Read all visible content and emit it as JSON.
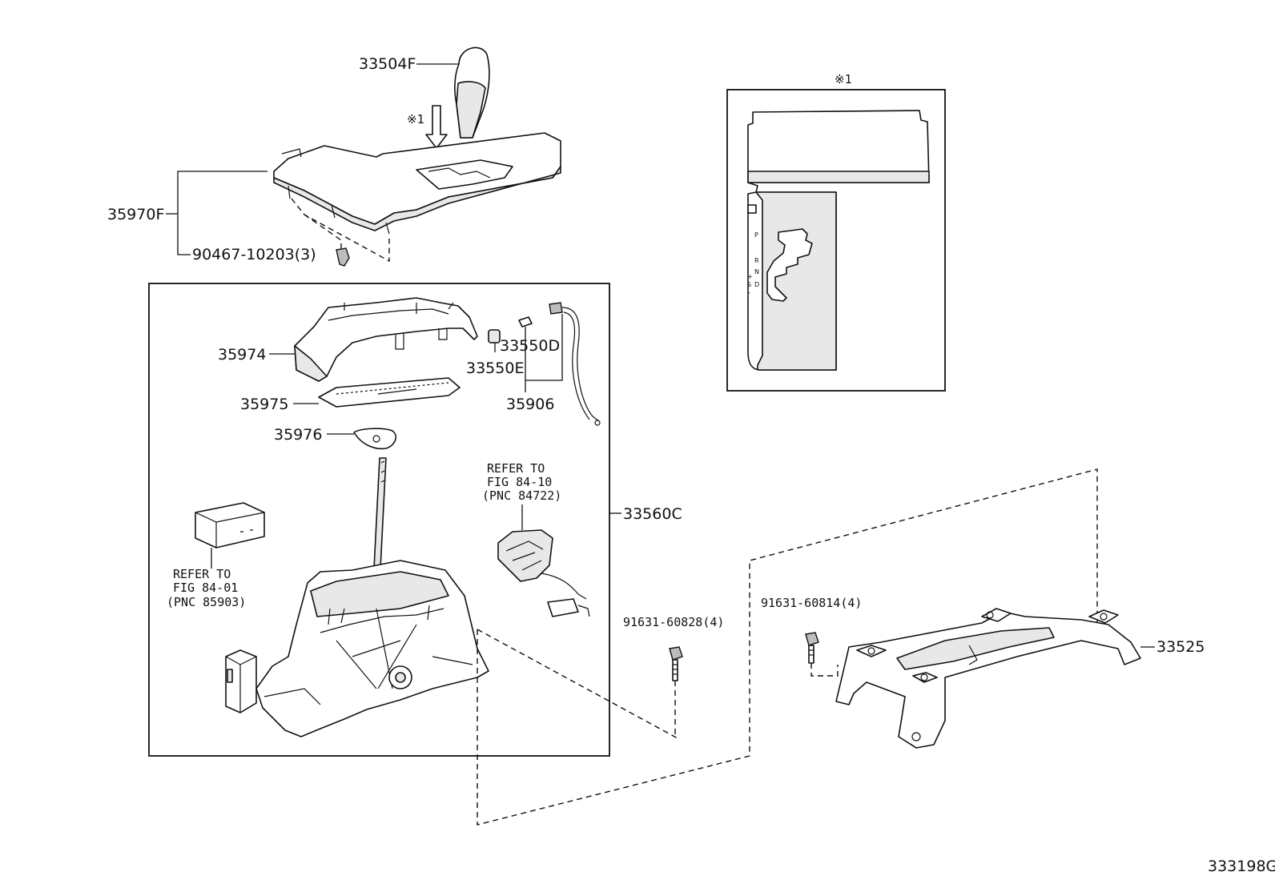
{
  "labels": {
    "knob": "33504F",
    "ref_mark": "※1",
    "bezel": "35970F",
    "clip": "90467-10203(3)",
    "indicator_housing": "35974",
    "indicator_plate": "35975",
    "indicator_slider": "35976",
    "bulb_d": "33550D",
    "bulb_e": "33550E",
    "bulb_assy": "35906",
    "shift_lever_assy": "33560C",
    "bolt_a": "91631-60828(4)",
    "bolt_b": "91631-60814(4)",
    "bracket": "33525",
    "figure_id": "333198G"
  },
  "refer_a": {
    "line1": "REFER TO",
    "line2": "FIG 84-10",
    "line3": "(PNC 84722)"
  },
  "refer_b": {
    "line1": "REFER TO",
    "line2": "FIG 84-01",
    "line3": "(PNC 85903)"
  },
  "detail": {
    "title": "※1",
    "gates": [
      "P",
      "R",
      "N",
      "D",
      "S",
      "+",
      "-"
    ]
  }
}
